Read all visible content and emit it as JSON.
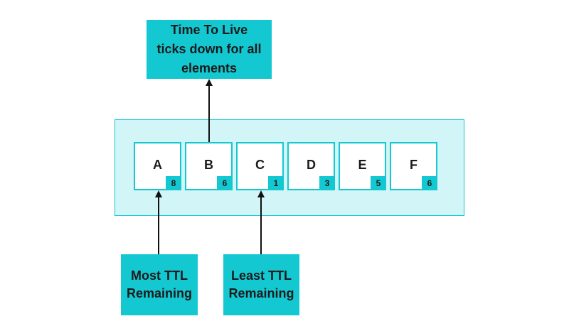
{
  "top_label": "Time To Live ticks down for all elements",
  "most_label": [
    "Most TTL",
    "Remaining"
  ],
  "least_label": [
    "Least TTL",
    "Remaining"
  ],
  "cells": [
    {
      "letter": "A",
      "ttl": "8"
    },
    {
      "letter": "B",
      "ttl": "6"
    },
    {
      "letter": "C",
      "ttl": "1"
    },
    {
      "letter": "D",
      "ttl": "3"
    },
    {
      "letter": "E",
      "ttl": "5"
    },
    {
      "letter": "F",
      "ttl": "6"
    }
  ],
  "colors": {
    "accent": "#14c8d2",
    "container_fill": "#d2f5f7",
    "text": "#1a1a1a"
  }
}
